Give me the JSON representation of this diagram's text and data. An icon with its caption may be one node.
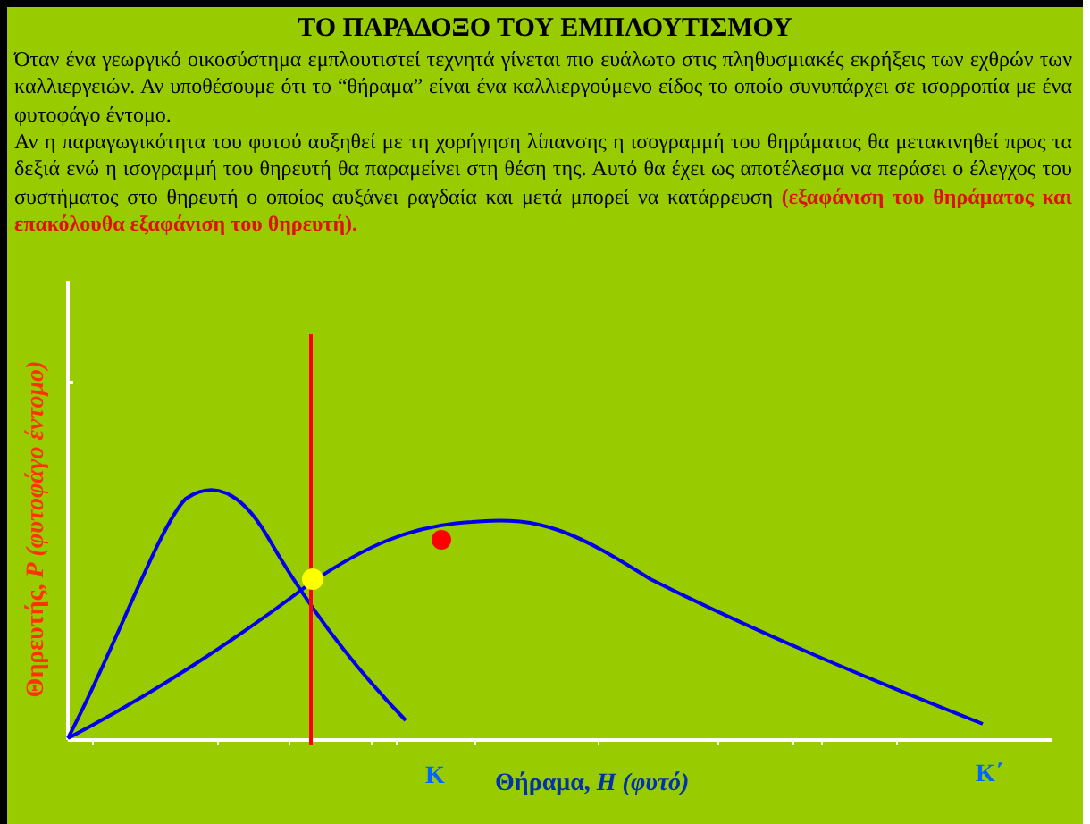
{
  "diagram": {
    "title": "ΤΟ ΠΑΡΑΔΟΞΟ ΤΟΥ ΕΜΠΛΟΥΤΙΣΜΟΥ",
    "labels": [
      "Όταν ένα γεωργικό οικοσύστημα εμπλουτιστεί τεχνητά γίνεται πιο ευάλωτο στις πληθυσμιακές εκρήξεις των εχθρών των καλλιεργειών. Αν υποθέσουμε ότι το “θήραμα” είναι ένα καλλιεργούμενο είδος το οποίο συνυπάρχει σε ισορροπία με ένα φυτοφάγο έντομο.",
      "Αν η παραγωγικότητα του φυτού αυξηθεί με τη χορήγηση λίπανσης η ισογραμμή του θηράματος θα μετακινηθεί προς τα δεξιά ενώ η ισογραμμή του θηρευτή θα παραμείνει στη θέση της. Αυτό θα έχει ως αποτέλεσμα να περάσει ο έλεγχος του συστήματος στο θηρευτή ο οποίος αυξάνει ραγδαία και μετά μπορεί να κατάρρευση **(εξαφάνιση του θηράματος και επακόλουθα εξαφάνιση του θηρευτή).**",
      "Θηρευτής, *P* *(φυτοφάγο έντομο)*",
      "Κ",
      "Θήραμα, *H* *(φυτό)*",
      "Κ΄"
    ]
  }
}
